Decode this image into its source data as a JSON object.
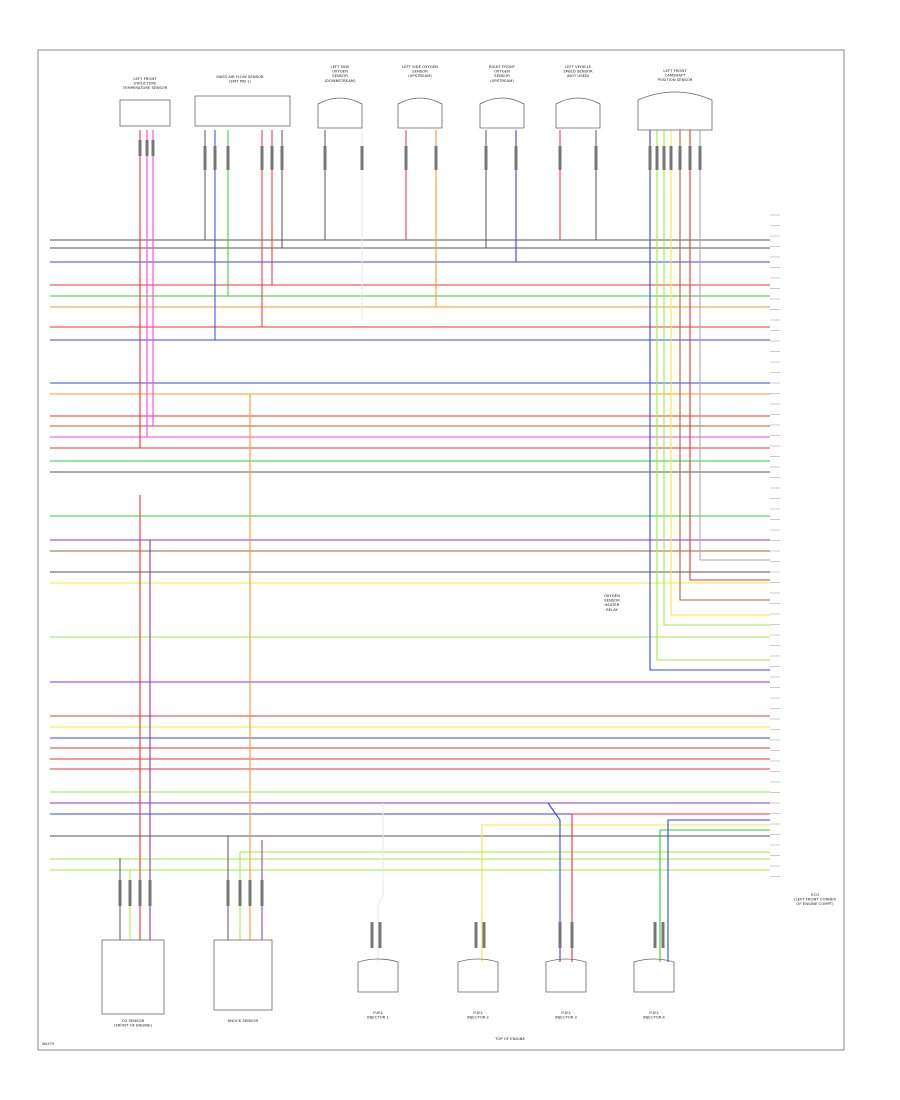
{
  "page_code": "WA57H",
  "top_components": [
    {
      "label": "LEFT FRONT\nSTRUCTURE\nTEMPERATURE SENSOR",
      "pin_text": ""
    },
    {
      "label": "MASS AIR FLOW SENSOR\n(EMT PIN 1)",
      "pin_text": ""
    },
    {
      "label": "LEFT SIDE\nOXYGEN\nSENSOR\n(DOWNSTREAM)",
      "pin_text": ""
    },
    {
      "label": "LEFT SIDE OXYGEN\nSENSOR\n(UPSTREAM)",
      "pin_text": ""
    },
    {
      "label": "RIGHT FRONT\nOXYGEN\nSENSOR\n(UPSTREAM)",
      "pin_text": ""
    },
    {
      "label": "LEFT VEHICLE\nSPEED SENSOR\n(NOT USED)",
      "pin_text": ""
    },
    {
      "label": "LEFT FRONT\nCAMSHAFT\nPOSITION SENSOR",
      "pin_text": ""
    }
  ],
  "bottom_components": [
    {
      "label": "O2 SENSOR\n(FRONT OF ENGINE)"
    },
    {
      "label": "KNOCK SENSOR"
    },
    {
      "label": "FUEL\nINJECTOR 1"
    },
    {
      "label": "FUEL\nINJECTOR 2"
    },
    {
      "label": "FUEL\nINJECTOR 3"
    },
    {
      "label": "FUEL\nINJECTOR 4"
    }
  ],
  "bottom_center_caption": "TOP OF ENGINE",
  "module_caption": "ECU\n(LEFT FRONT CORNER\nOF ENGINE COMPT)",
  "side_note": "OXYGEN\nSENSOR\nHEATER\nRELAY",
  "colors": {
    "frame": "#888888",
    "wire_black": "#555555",
    "wire_red": "#ee3333",
    "wire_blue": "#3344ee",
    "wire_green": "#33cc33",
    "wire_lt_green": "#99ee44",
    "wire_orange": "#ff9922",
    "wire_yellow": "#eeee33",
    "wire_pink": "#ff44dd",
    "wire_brown": "#aa6633",
    "wire_violet": "#8833cc",
    "wire_grey": "#aaaaaa",
    "wire_white": "#e8e8e8"
  }
}
